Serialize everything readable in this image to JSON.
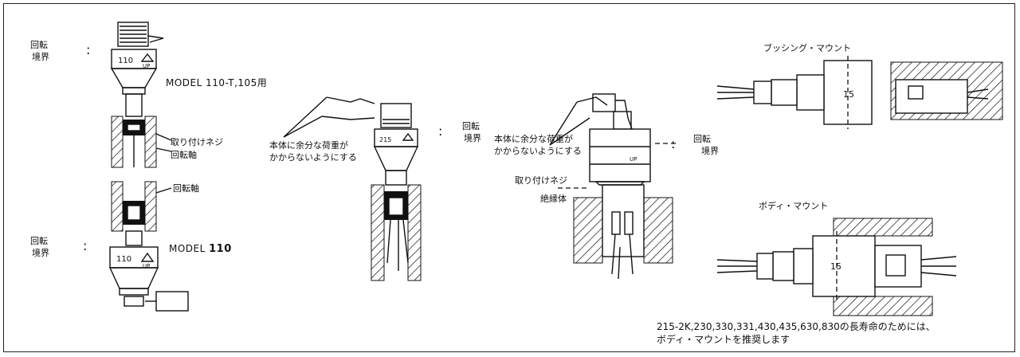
{
  "labels": {
    "kaiten_kyokai": "回転\n境界",
    "colon": ":",
    "model_110t": "MODEL 110-T,105用",
    "model_110": "MODEL 110",
    "toritsuke_neji": "取り付けネジ",
    "kaitenjiku": "回転軸",
    "hontai_note": "本体に余分な荷重が\nかからないようにする",
    "zetsuentai": "絶縁体",
    "bushing_mount": "ブッシング・マウント",
    "body_mount": "ボディ・マウント",
    "footnote_line1": "215-2K,230,330,331,430,435,630,830の長寿命のためには、",
    "footnote_line2": "ボディ・マウントを推奨します",
    "part_110": "110",
    "part_up": "UP",
    "part_215": "215",
    "part_15": "15"
  }
}
